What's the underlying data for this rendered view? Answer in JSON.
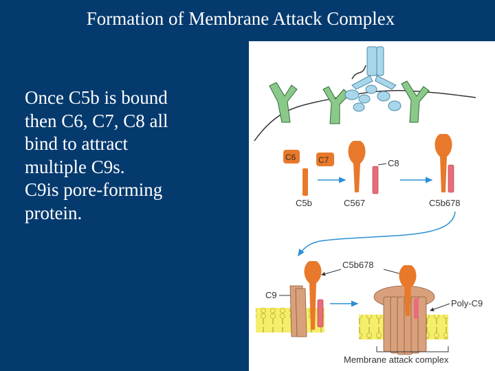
{
  "slide": {
    "title": "Formation of Membrane Attack Complex",
    "body_lines": [
      "Once C5b is bound",
      "then C6, C7, C8 all",
      "bind to attract",
      "multiple C9s.",
      "C9is pore-forming",
      "protein."
    ]
  },
  "figure": {
    "labels": {
      "c6": "C6",
      "c7": "C7",
      "c8": "C8",
      "c5b": "C5b",
      "c567": "C567",
      "c5b678_top": "C5b678",
      "c5b678_mid": "C5b678",
      "c9": "C9",
      "poly_c9": "Poly-C9",
      "mac": "Membrane attack complex"
    },
    "colors": {
      "background": "#053a6e",
      "orange": "#e8792b",
      "pink": "#e86c7c",
      "tan": "#d9a07c",
      "green": "#8bc98a",
      "lightblue": "#a9d6ea",
      "membrane_yellow": "#f5ee6a",
      "arrow_blue": "#2a8fd4"
    }
  }
}
